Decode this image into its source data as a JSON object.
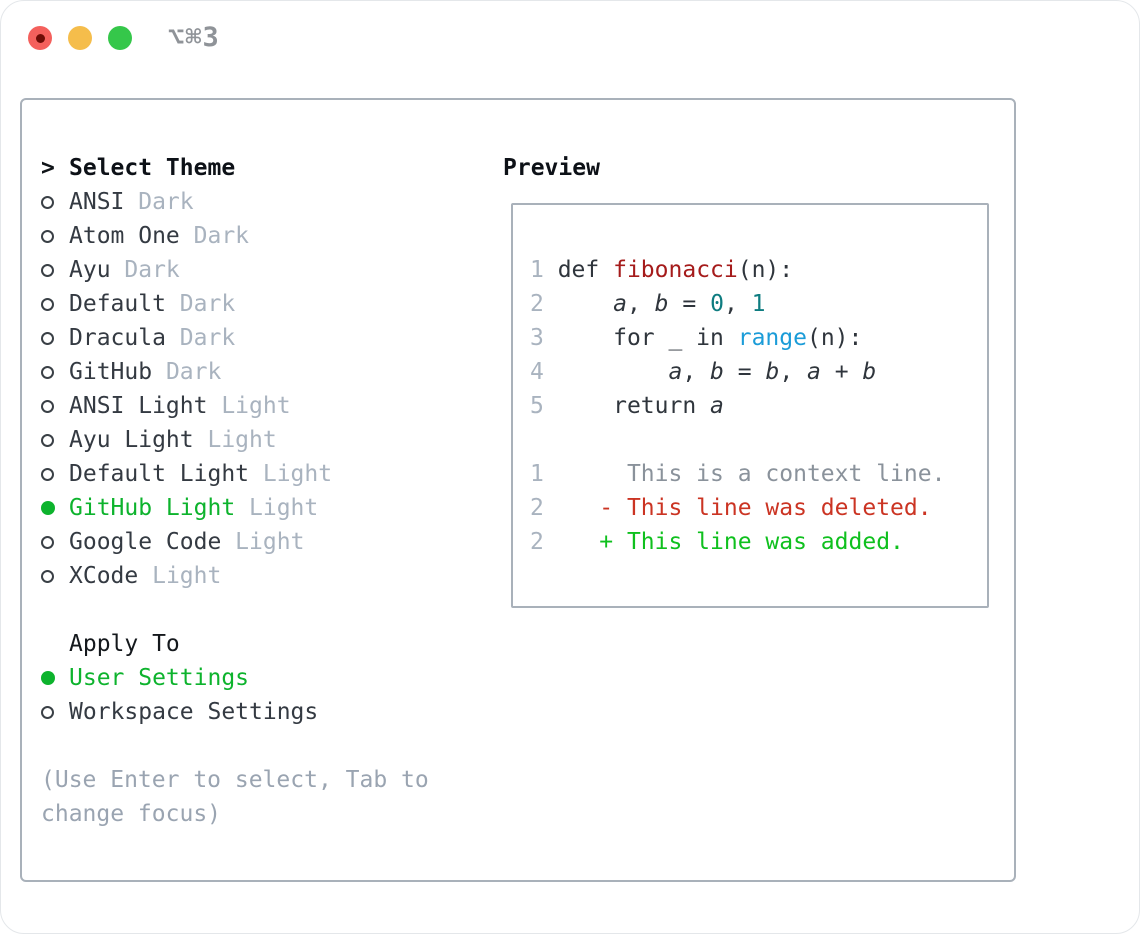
{
  "window": {
    "title": "⌥⌘3",
    "traffic_lights": [
      "close",
      "minimize",
      "zoom"
    ]
  },
  "colors": {
    "selected_green": "#0db32d",
    "added_green": "#0fc01e",
    "deleted_red": "#cb3423",
    "function_red": "#a51b1b",
    "number_teal": "#0e7c80",
    "call_blue": "#1b9cd8",
    "muted_gray": "#a9b3bf",
    "text_dark": "#343a42",
    "panel_border": "#a9b1ba"
  },
  "theme_list": {
    "cursor": ">",
    "header": "Select Theme",
    "items": [
      {
        "name": "ANSI",
        "variant": "Dark",
        "selected": false
      },
      {
        "name": "Atom One",
        "variant": "Dark",
        "selected": false
      },
      {
        "name": "Ayu",
        "variant": "Dark",
        "selected": false
      },
      {
        "name": "Default",
        "variant": "Dark",
        "selected": false
      },
      {
        "name": "Dracula",
        "variant": "Dark",
        "selected": false
      },
      {
        "name": "GitHub",
        "variant": "Dark",
        "selected": false
      },
      {
        "name": "ANSI Light",
        "variant": "Light",
        "selected": false
      },
      {
        "name": "Ayu Light",
        "variant": "Light",
        "selected": false
      },
      {
        "name": "Default Light",
        "variant": "Light",
        "selected": false
      },
      {
        "name": "GitHub Light",
        "variant": "Light",
        "selected": true
      },
      {
        "name": "Google Code",
        "variant": "Light",
        "selected": false
      },
      {
        "name": "XCode",
        "variant": "Light",
        "selected": false
      }
    ]
  },
  "apply_to": {
    "header": "Apply To",
    "options": [
      {
        "name": "User Settings",
        "selected": true
      },
      {
        "name": "Workspace Settings",
        "selected": false
      }
    ]
  },
  "help": {
    "line1": "(Use Enter to select, Tab to",
    "line2": "change focus)"
  },
  "preview": {
    "header": "Preview",
    "lines": [
      {
        "num": "1",
        "tokens": [
          {
            "t": " def ",
            "c": "k"
          },
          {
            "t": "fibonacci",
            "c": "fn"
          },
          {
            "t": "(n):",
            "c": "k"
          }
        ]
      },
      {
        "num": "2",
        "tokens": [
          {
            "t": "     ",
            "c": "k"
          },
          {
            "t": "a",
            "c": "v"
          },
          {
            "t": ", ",
            "c": "k"
          },
          {
            "t": "b",
            "c": "v"
          },
          {
            "t": " = ",
            "c": "k"
          },
          {
            "t": "0",
            "c": "num"
          },
          {
            "t": ", ",
            "c": "k"
          },
          {
            "t": "1",
            "c": "num"
          }
        ]
      },
      {
        "num": "3",
        "tokens": [
          {
            "t": "     for _ in ",
            "c": "k"
          },
          {
            "t": "range",
            "c": "call"
          },
          {
            "t": "(n):",
            "c": "k"
          }
        ]
      },
      {
        "num": "4",
        "tokens": [
          {
            "t": "         ",
            "c": "k"
          },
          {
            "t": "a",
            "c": "v"
          },
          {
            "t": ", ",
            "c": "k"
          },
          {
            "t": "b",
            "c": "v"
          },
          {
            "t": " = ",
            "c": "k"
          },
          {
            "t": "b",
            "c": "v"
          },
          {
            "t": ", ",
            "c": "k"
          },
          {
            "t": "a",
            "c": "v"
          },
          {
            "t": " + ",
            "c": "k"
          },
          {
            "t": "b",
            "c": "v"
          }
        ]
      },
      {
        "num": "5",
        "tokens": [
          {
            "t": "     return ",
            "c": "k"
          },
          {
            "t": "a",
            "c": "v"
          }
        ]
      },
      {
        "num": "",
        "tokens": []
      },
      {
        "num": "1",
        "tokens": [
          {
            "t": "      This is a context line.",
            "c": "ctx"
          }
        ]
      },
      {
        "num": "2",
        "tokens": [
          {
            "t": "    ",
            "c": "k"
          },
          {
            "t": "- This line was deleted.",
            "c": "del"
          }
        ]
      },
      {
        "num": "2",
        "tokens": [
          {
            "t": "    ",
            "c": "k"
          },
          {
            "t": "+ This line was added.",
            "c": "add"
          }
        ]
      }
    ]
  }
}
